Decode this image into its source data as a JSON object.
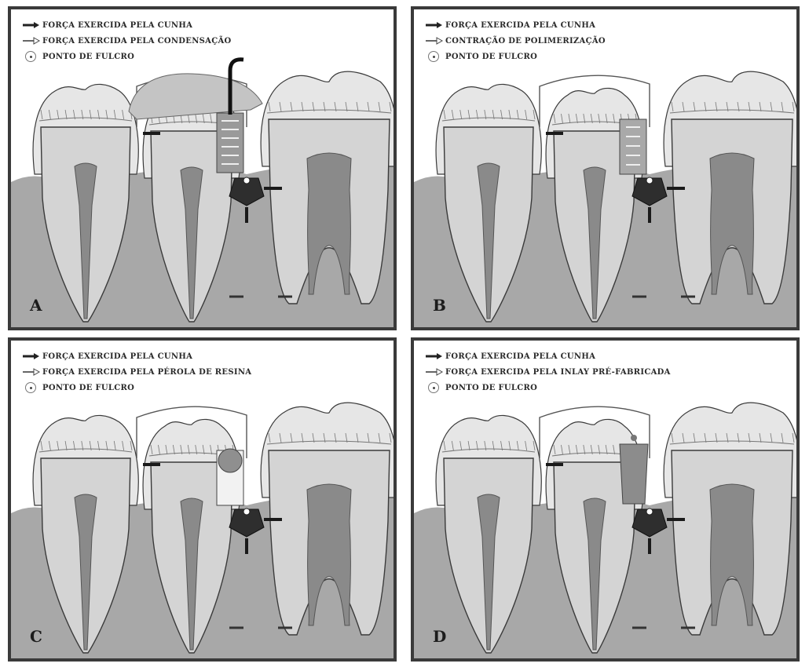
{
  "panels": [
    {
      "id": "A",
      "letter": "A",
      "legend": [
        "FORÇA EXERCIDA PELA CUNHA",
        "FORÇA EXERCIDA PELA CONDENSAÇÃO",
        "PONTO DE FULCRO"
      ],
      "material": "condensation",
      "material_color": "#9a9a9a"
    },
    {
      "id": "B",
      "letter": "B",
      "legend": [
        "FORÇA EXERCIDA PELA CUNHA",
        "CONTRAÇÃO DE POLIMERIZAÇÃO",
        "PONTO DE FULCRO"
      ],
      "material": "polymerization",
      "material_color": "#a9a9a9"
    },
    {
      "id": "C",
      "letter": "C",
      "legend": [
        "FORÇA EXERCIDA PELA CUNHA",
        "FORÇA EXERCIDA PELA PÉROLA DE RESINA",
        "PONTO DE FULCRO"
      ],
      "material": "resin-pearl",
      "material_color": "#8f8f8f"
    },
    {
      "id": "D",
      "letter": "D",
      "legend": [
        "FORÇA EXERCIDA PELA CUNHA",
        "FORÇA EXERCIDA PELA INLAY PRÉ-FABRICADA",
        "PONTO DE FULCRO"
      ],
      "material": "inlay",
      "material_color": "#8c8c8c"
    }
  ],
  "colors": {
    "gum": "#a8a8a8",
    "tooth": "#d4d4d4",
    "enamel": "#e6e6e6",
    "pulp": "#8a8a8a",
    "wedge": "#2e2e2e",
    "outline": "#3a3a3a"
  }
}
